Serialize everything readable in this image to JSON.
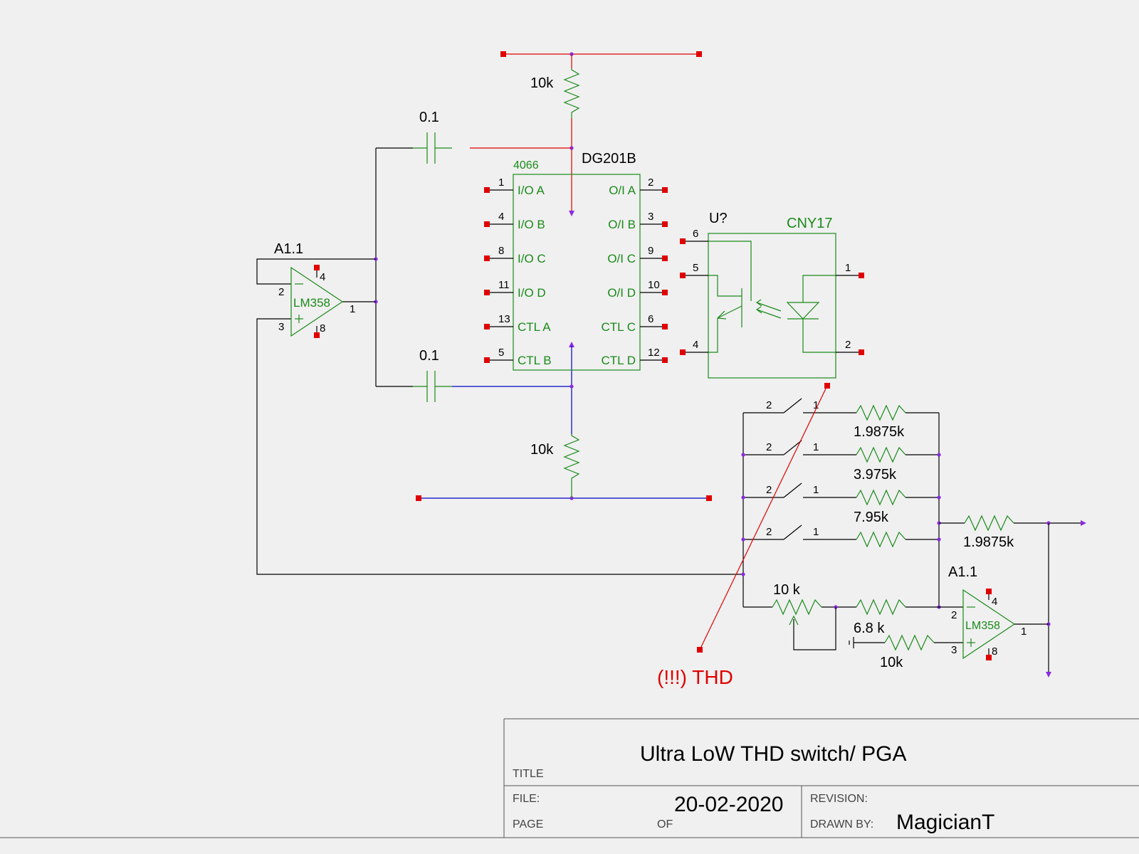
{
  "colors": {
    "background": "#f0f0f0",
    "wire_black": "#000000",
    "wire_red": "#e00000",
    "wire_blue": "#0000c8",
    "component_green": "#1a8a1a",
    "junction_purple": "#8a2be2",
    "pad_red": "#e00000"
  },
  "components": {
    "r_top_value": "10k",
    "r_bottom_value": "10k",
    "cap_top_value": "0.1",
    "cap_bottom_value": "0.1",
    "ic_part": "4066",
    "ic_name": "DG201B",
    "ic_pins_left": [
      {
        "num": "1",
        "name": "I/O A"
      },
      {
        "num": "4",
        "name": "I/O B"
      },
      {
        "num": "8",
        "name": "I/O C"
      },
      {
        "num": "11",
        "name": "I/O D"
      },
      {
        "num": "13",
        "name": "CTL A"
      },
      {
        "num": "5",
        "name": "CTL B"
      }
    ],
    "ic_pins_right": [
      {
        "num": "2",
        "name": "O/I A"
      },
      {
        "num": "3",
        "name": "O/I B"
      },
      {
        "num": "9",
        "name": "O/I C"
      },
      {
        "num": "10",
        "name": "O/I D"
      },
      {
        "num": "6",
        "name": "CTL C"
      },
      {
        "num": "12",
        "name": "CTL D"
      }
    ],
    "opamp1": {
      "ref": "A1.1",
      "part": "LM358",
      "pin_minus": "2",
      "pin_plus": "3",
      "pin_out": "1",
      "pin_vp": "4",
      "pin_vn": "8"
    },
    "opamp2": {
      "ref": "A1.1",
      "part": "LM358",
      "pin_minus": "2",
      "pin_plus": "3",
      "pin_out": "1",
      "pin_vp": "4",
      "pin_vn": "8"
    },
    "opto": {
      "ref": "U?",
      "part": "CNY17",
      "pins": [
        "6",
        "5",
        "4",
        "1",
        "2"
      ]
    },
    "switch_pins": {
      "left": "2",
      "right": "1"
    },
    "ladder_values": [
      "1.9875k",
      "3.975k",
      "7.95k"
    ],
    "r_feedback": "1.9875k",
    "pot_value": "10 k",
    "r_68_value": "6.8 k",
    "r_10k_value": "10k",
    "thd_note": "(!!!) THD"
  },
  "title_block": {
    "title_label": "TITLE",
    "title": "Ultra LoW THD switch/ PGA",
    "file_label": "FILE:",
    "date": "20-02-2020",
    "page_label": "PAGE",
    "of_label": "OF",
    "revision_label": "REVISION:",
    "drawn_by_label": "DRAWN BY:",
    "author": "MagicianT"
  }
}
